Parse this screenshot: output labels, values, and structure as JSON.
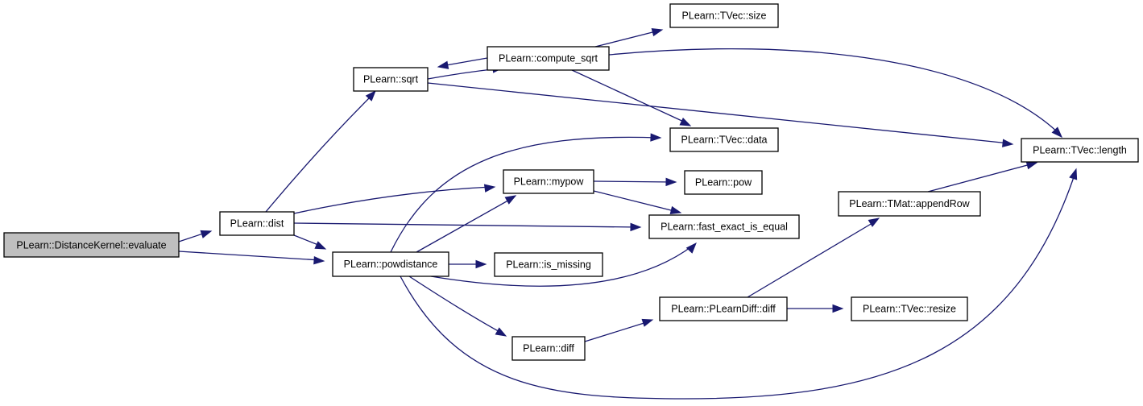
{
  "nodes": {
    "evaluate": "PLearn::DistanceKernel::evaluate",
    "dist": "PLearn::dist",
    "powdistance": "PLearn::powdistance",
    "sqrt": "PLearn::sqrt",
    "mypow": "PLearn::mypow",
    "fast_exact_is_equal": "PLearn::fast_exact_is_equal",
    "is_missing": "PLearn::is_missing",
    "diff": "PLearn::diff",
    "compute_sqrt": "PLearn::compute_sqrt",
    "tvec_size": "PLearn::TVec::size",
    "tvec_data": "PLearn::TVec::data",
    "pow": "PLearn::pow",
    "plearndiff_diff": "PLearn::PLearnDiff::diff",
    "tmat_appendrow": "PLearn::TMat::appendRow",
    "tvec_resize": "PLearn::TVec::resize",
    "tvec_length": "PLearn::TVec::length"
  },
  "colors": {
    "edge": "#191970",
    "root_fill": "#bfbfbf",
    "node_fill": "#ffffff",
    "node_border": "#000000"
  }
}
